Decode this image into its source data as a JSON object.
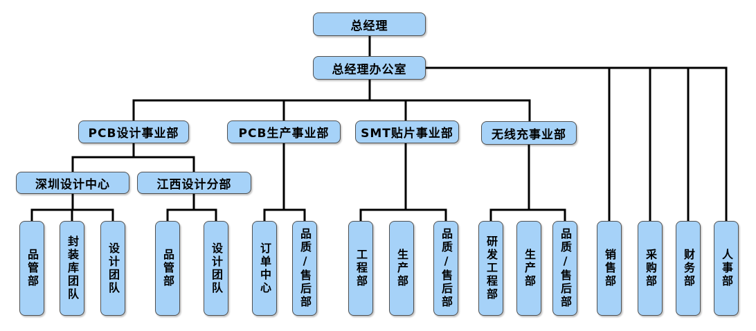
{
  "diagram_type": "org-chart",
  "colors": {
    "node_fill": "#A6D2F8",
    "node_border": "#4f4f4f",
    "connector_line": "#000000",
    "text": "#000000",
    "background": "#ffffff"
  },
  "nodes": {
    "gm": "总经理",
    "gm_office": "总经理办公室",
    "pcb_design": "PCB设计事业部",
    "pcb_production": "PCB生产事业部",
    "smt": "SMT贴片事业部",
    "wireless": "无线充事业部",
    "sz_center": "深圳设计中心",
    "jx_branch": "江西设计分部",
    "sz_qc": "品管部",
    "sz_lib": "封装库团队",
    "sz_design": "设计团队",
    "jx_qc": "品管部",
    "jx_design": "设计团队",
    "order_center": "订单中心",
    "pcb_qa": "品质/售后部",
    "smt_eng": "工程部",
    "smt_prod": "生产部",
    "smt_qa": "品质/售后部",
    "wl_rd": "研发工程部",
    "wl_prod": "生产部",
    "wl_qa": "品质/售后部",
    "sales": "销售部",
    "purchasing": "采购部",
    "finance": "财务部",
    "hr": "人事部"
  },
  "hierarchy": {
    "总经理": {
      "总经理办公室": {
        "PCB设计事业部": {
          "深圳设计中心": [
            "品管部",
            "封装库团队",
            "设计团队"
          ],
          "江西设计分部": [
            "品管部",
            "设计团队"
          ]
        },
        "PCB生产事业部": [
          "订单中心",
          "品质/售后部"
        ],
        "SMT贴片事业部": [
          "工程部",
          "生产部",
          "品质/售后部"
        ],
        "无线充事业部": [
          "研发工程部",
          "生产部",
          "品质/售后部"
        ],
        "直属部门": [
          "销售部",
          "采购部",
          "财务部",
          "人事部"
        ]
      }
    }
  }
}
